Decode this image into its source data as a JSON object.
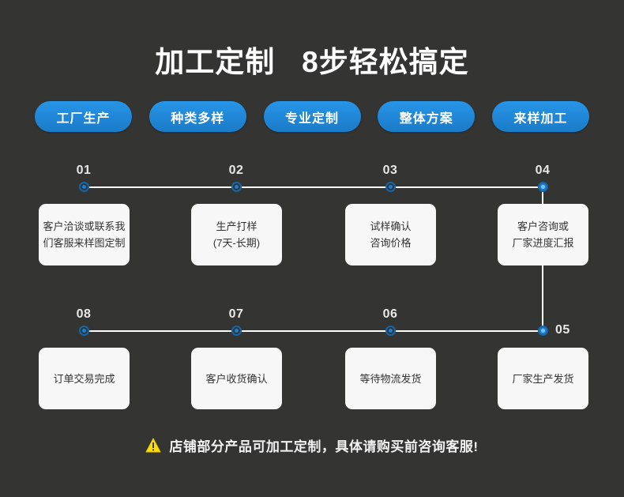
{
  "header": {
    "title": "加工定制   8步轻松搞定"
  },
  "pills": [
    {
      "label": "工厂生产"
    },
    {
      "label": "种类多样"
    },
    {
      "label": "专业定制"
    },
    {
      "label": "整体方案"
    },
    {
      "label": "来样加工"
    }
  ],
  "rows": [
    {
      "id": "row-1",
      "nodes": [
        {
          "num": "01",
          "lines": [
            "客户洽谈或联系我",
            "们客服来样图定制"
          ],
          "num_position": "top",
          "state": "open"
        },
        {
          "num": "02",
          "lines": [
            "生产打样",
            "(7天-长期)"
          ],
          "num_position": "top",
          "state": "open"
        },
        {
          "num": "03",
          "lines": [
            "试样确认",
            "咨询价格"
          ],
          "num_position": "top",
          "state": "open"
        },
        {
          "num": "04",
          "lines": [
            "客户咨询或",
            "厂家进度汇报"
          ],
          "num_position": "top",
          "state": "filled"
        }
      ]
    },
    {
      "id": "row-2",
      "nodes": [
        {
          "num": "08",
          "lines": [
            "订单交易完成",
            ""
          ],
          "num_position": "top",
          "state": "open"
        },
        {
          "num": "07",
          "lines": [
            "客户收货确认",
            ""
          ],
          "num_position": "top",
          "state": "open"
        },
        {
          "num": "06",
          "lines": [
            "等待物流发货",
            ""
          ],
          "num_position": "top",
          "state": "open"
        },
        {
          "num": "05",
          "lines": [
            "厂家生产发货",
            ""
          ],
          "num_position": "side",
          "state": "filled"
        }
      ]
    }
  ],
  "footer": {
    "icon": "warning-triangle-icon",
    "text": "店铺部分产品可加工定制，具体请购买前咨询客服!"
  },
  "colors": {
    "background": "#343432",
    "card": "#f7f7f7",
    "accent_blue": "#1c7fd0",
    "pill_blue": "#2086d6",
    "rail": "#ffffff",
    "warning_yellow": "#ffdd00",
    "text_light": "#ffffff",
    "text_dark": "#333333"
  }
}
